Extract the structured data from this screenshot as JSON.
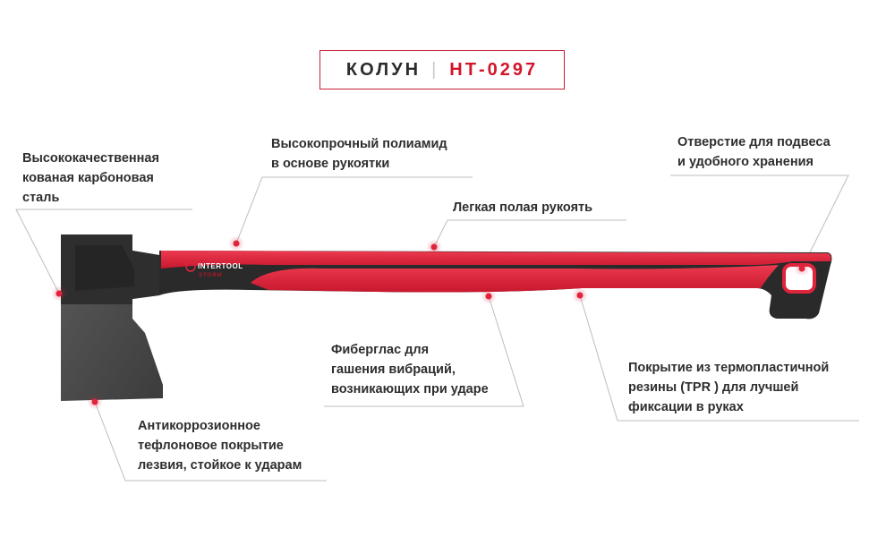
{
  "title": {
    "name": "КОЛУН",
    "separator": "|",
    "model": "НТ-0297"
  },
  "brand": {
    "logo": "INTERTOOL",
    "sub": "STORM"
  },
  "callouts": {
    "steel": [
      "Высококачественная",
      "кованая карбоновая",
      "сталь"
    ],
    "polyamide": [
      "Высокопрочный полиамид",
      "в основе рукоятки"
    ],
    "hole": [
      "Отверстие для подвеса",
      "и удобного хранения"
    ],
    "hollow": [
      "Легкая полая рукоять"
    ],
    "fiberglass": [
      "Фиберглас для",
      "гашения вибраций,",
      "возникающих при ударе"
    ],
    "tpr": [
      "Покрытие из термопластичной",
      "резины (TPR ) для лучшей",
      "фиксации в руках"
    ],
    "coating": [
      "Антикоррозионное",
      "тефлоновое покрытие",
      "лезвия, стойкое к ударам"
    ]
  },
  "colors": {
    "accent": "#d3142a",
    "handle_red": "#e0243c",
    "handle_black": "#2a2a2a",
    "blade": "#4a4a4a",
    "line": "#bdbdbd"
  }
}
